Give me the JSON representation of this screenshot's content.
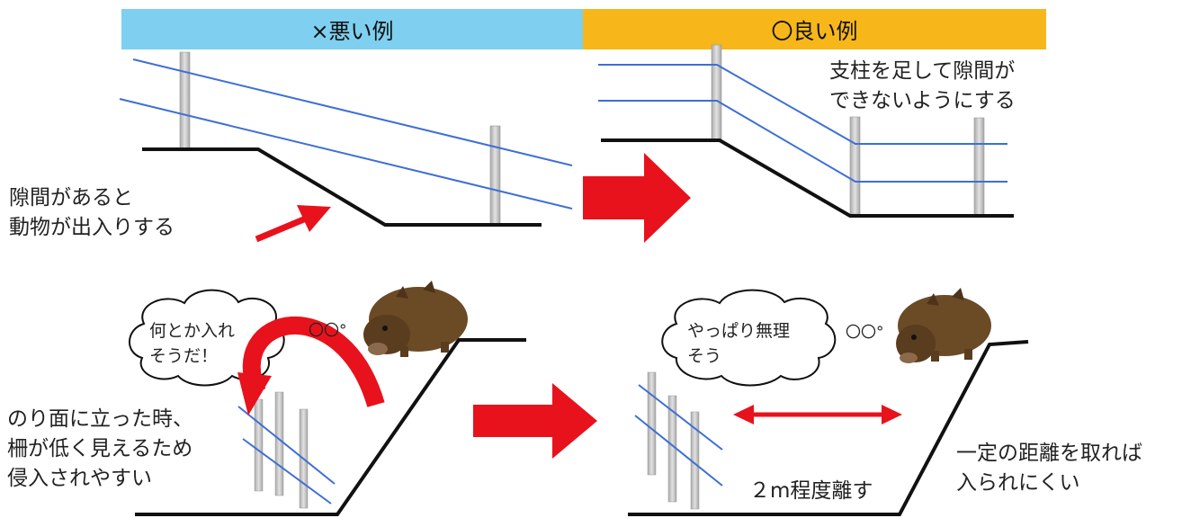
{
  "headers": {
    "bad": "×悪い例",
    "good": "〇良い例"
  },
  "top_left": {
    "caption_line1": "隙間があると",
    "caption_line2": "動物が出入りする"
  },
  "top_right": {
    "caption_line1": "支柱を足して隙間が",
    "caption_line2": "できないようにする"
  },
  "bottom_left": {
    "thought_line1": "何とか入れ",
    "thought_line2": "そうだ！",
    "thought_dots": "〇〇°",
    "caption_line1": "のり面に立った時、",
    "caption_line2": "柵が低く見えるため",
    "caption_line3": "侵入されやすい"
  },
  "bottom_right": {
    "thought_line1": "やっぱり無理",
    "thought_line2": "そう",
    "thought_dots": "〇〇°",
    "distance_label": "２m程度離す",
    "caption_line1": "一定の距離を取れば",
    "caption_line2": "入られにくい"
  },
  "colors": {
    "header_bad": "#7ecff0",
    "header_good": "#f7b71b",
    "arrow_red": "#e8121c",
    "wire_blue": "#3d6fd6",
    "ground": "#111111",
    "post_gray": "#c4c4c4",
    "boar_brown": "#6b4a26"
  },
  "icons": [
    "red-arrow-icon",
    "boar-icon",
    "thought-bubble-icon",
    "fence-post-icon"
  ]
}
